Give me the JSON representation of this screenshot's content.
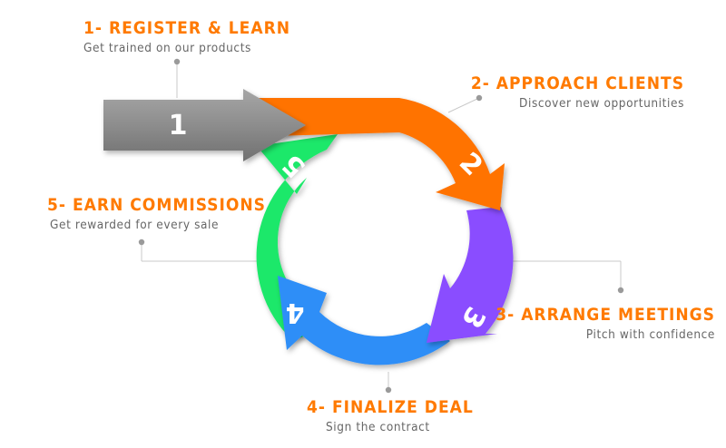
{
  "steps": [
    {
      "num": "1",
      "title": "1- REGISTER & LEARN",
      "subtitle": "Get trained on our products",
      "color": "#8c8c8c"
    },
    {
      "num": "2",
      "title": "2- APPROACH CLIENTS",
      "subtitle": "Discover new opportunities",
      "color": "#ff7300"
    },
    {
      "num": "3",
      "title": "3- ARRANGE MEETINGS",
      "subtitle": "Pitch with confidence",
      "color": "#8a4dff"
    },
    {
      "num": "4",
      "title": "4- FINALIZE DEAL",
      "subtitle": "Sign the contract",
      "color": "#2f8ef7"
    },
    {
      "num": "5",
      "title": "5- EARN COMMISSIONS",
      "subtitle": "Get rewarded for every sale",
      "color": "#1ee86a"
    }
  ],
  "colors": {
    "title": "#ff7a00",
    "subtitle": "#666666",
    "connector": "#c8c8c8"
  }
}
